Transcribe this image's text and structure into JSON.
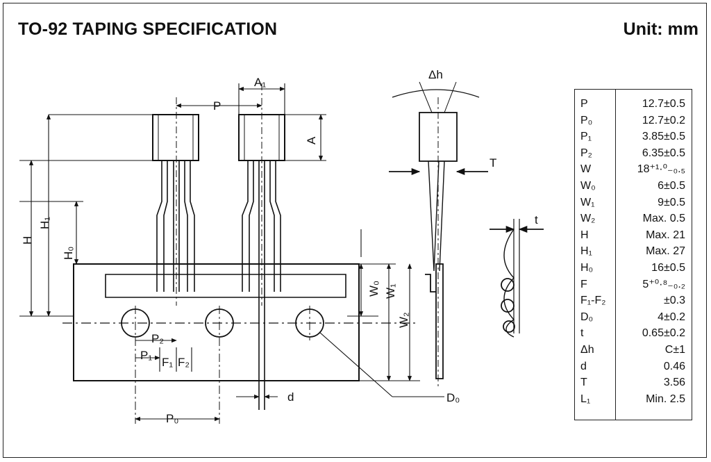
{
  "title": "TO-92 TAPING SPECIFICATION",
  "unit": "Unit: mm",
  "labels": {
    "P": "P",
    "A1": "A₁",
    "A": "A",
    "dh": "Δh",
    "T": "T",
    "t": "t",
    "H": "H",
    "H1": "H₁",
    "H0": "H₀",
    "W0": "W₀",
    "W1": "W₁",
    "W2": "W₂",
    "P2": "P₂",
    "P1": "P₁",
    "F1": "F₁",
    "F2": "F₂",
    "d": "d",
    "D0": "D₀",
    "P0": "P₀"
  },
  "spec": [
    {
      "symbol": "P",
      "value": "12.7±0.5"
    },
    {
      "symbol": "P₀",
      "value": "12.7±0.2"
    },
    {
      "symbol": "P₁",
      "value": "3.85±0.5"
    },
    {
      "symbol": "P₂",
      "value": "6.35±0.5"
    },
    {
      "symbol": "W",
      "value": "18⁺¹·⁰₋₀.₅"
    },
    {
      "symbol": "W₀",
      "value": "6±0.5"
    },
    {
      "symbol": "W₁",
      "value": "9±0.5"
    },
    {
      "symbol": "W₂",
      "value": "Max. 0.5"
    },
    {
      "symbol": "H",
      "value": "Max. 21"
    },
    {
      "symbol": "H₁",
      "value": "Max. 27"
    },
    {
      "symbol": "H₀",
      "value": "16±0.5"
    },
    {
      "symbol": "F",
      "value": "5⁺⁰·⁸₋₀.₂"
    },
    {
      "symbol": "F₁-F₂",
      "value": "±0.3"
    },
    {
      "symbol": "D₀",
      "value": "4±0.2"
    },
    {
      "symbol": "t",
      "value": "0.65±0.2"
    },
    {
      "symbol": "Δh",
      "value": "C±1"
    },
    {
      "symbol": "d",
      "value": "0.46"
    },
    {
      "symbol": "T",
      "value": "3.56"
    },
    {
      "symbol": "L₁",
      "value": "Min. 2.5"
    }
  ]
}
